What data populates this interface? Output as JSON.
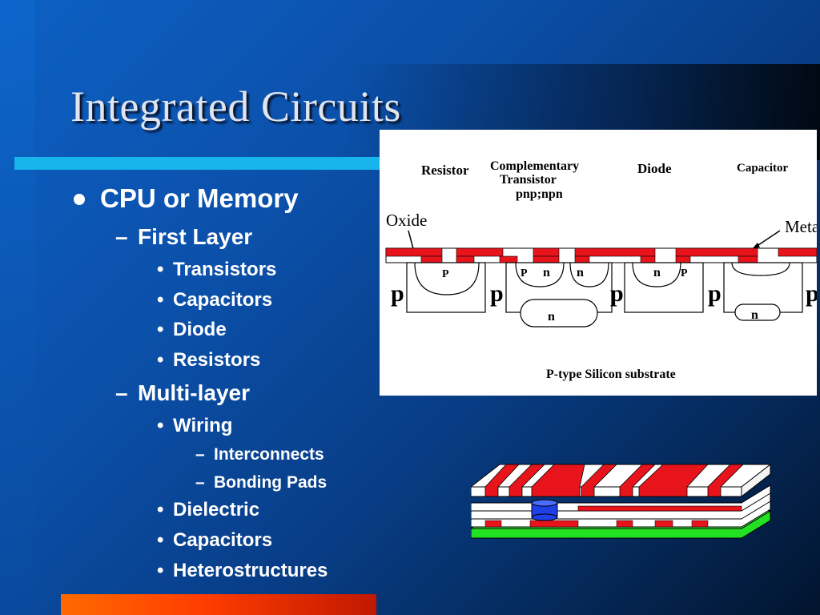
{
  "slide": {
    "title": "Integrated Circuits",
    "bullets": {
      "l1": "CPU or Memory",
      "first_layer": "First Layer",
      "first_items": [
        "Transistors",
        "Capacitors",
        "Diode",
        "Resistors"
      ],
      "multi_layer": "Multi-layer",
      "wiring": "Wiring",
      "wiring_sub": [
        "Interconnects",
        "Bonding Pads"
      ],
      "multi_items": [
        "Dielectric",
        "Capacitors",
        "Heterostructures"
      ]
    },
    "dash_glyph": "–",
    "dot_glyph": "•"
  },
  "diagram": {
    "labels": {
      "resistor": "Resistor",
      "comp1": "Complementary",
      "comp2": "Transistor",
      "comp3": "pnp;npn",
      "diode": "Diode",
      "capacitor": "Capacitor",
      "oxide": "Oxide",
      "metal": "Metal",
      "substrate": "P-type Silicon substrate"
    },
    "region_letters": {
      "p": "p",
      "n": "n",
      "p_small": "P"
    }
  },
  "colors": {
    "metal_red": "#e8141c",
    "accent_cyan": "#18b4ec",
    "accent_orange": "#ff4a00",
    "green_layer": "#22e022",
    "via_blue": "#1e40e8"
  }
}
